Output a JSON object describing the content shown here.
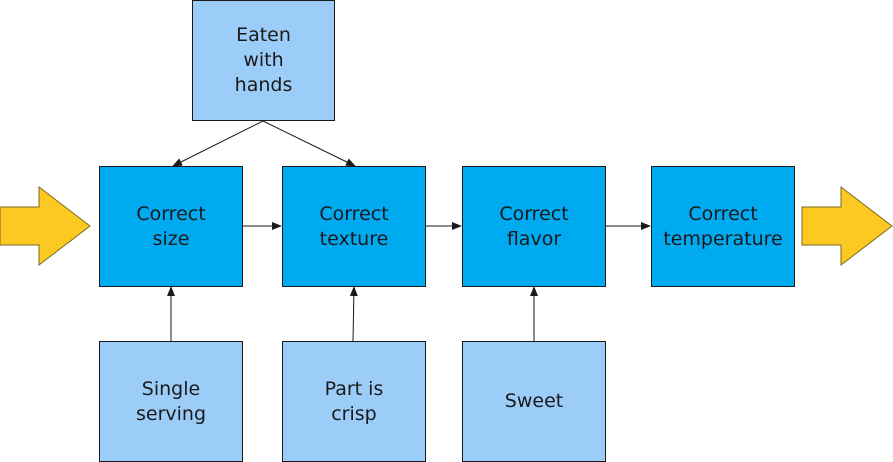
{
  "main_steps": [
    {
      "label": "Correct\nsize"
    },
    {
      "label": "Correct\ntexture"
    },
    {
      "label": "Correct\nflavor"
    },
    {
      "label": "Correct\ntemperature"
    }
  ],
  "factors": {
    "top": {
      "label": "Eaten\nwith\nhands"
    },
    "bottom": [
      {
        "label": "Single\nserving"
      },
      {
        "label": "Part is\ncrisp"
      },
      {
        "label": "Sweet"
      }
    ]
  },
  "colors": {
    "main_box": "#00aaf0",
    "factor_box": "#9ccdf9",
    "arrow_fill": "#fcc922",
    "arrow_stroke": "#7a6a20",
    "line": "#1a1a1a"
  },
  "icons": {
    "input_arrow": "right-block-arrow-icon",
    "output_arrow": "right-block-arrow-icon"
  }
}
